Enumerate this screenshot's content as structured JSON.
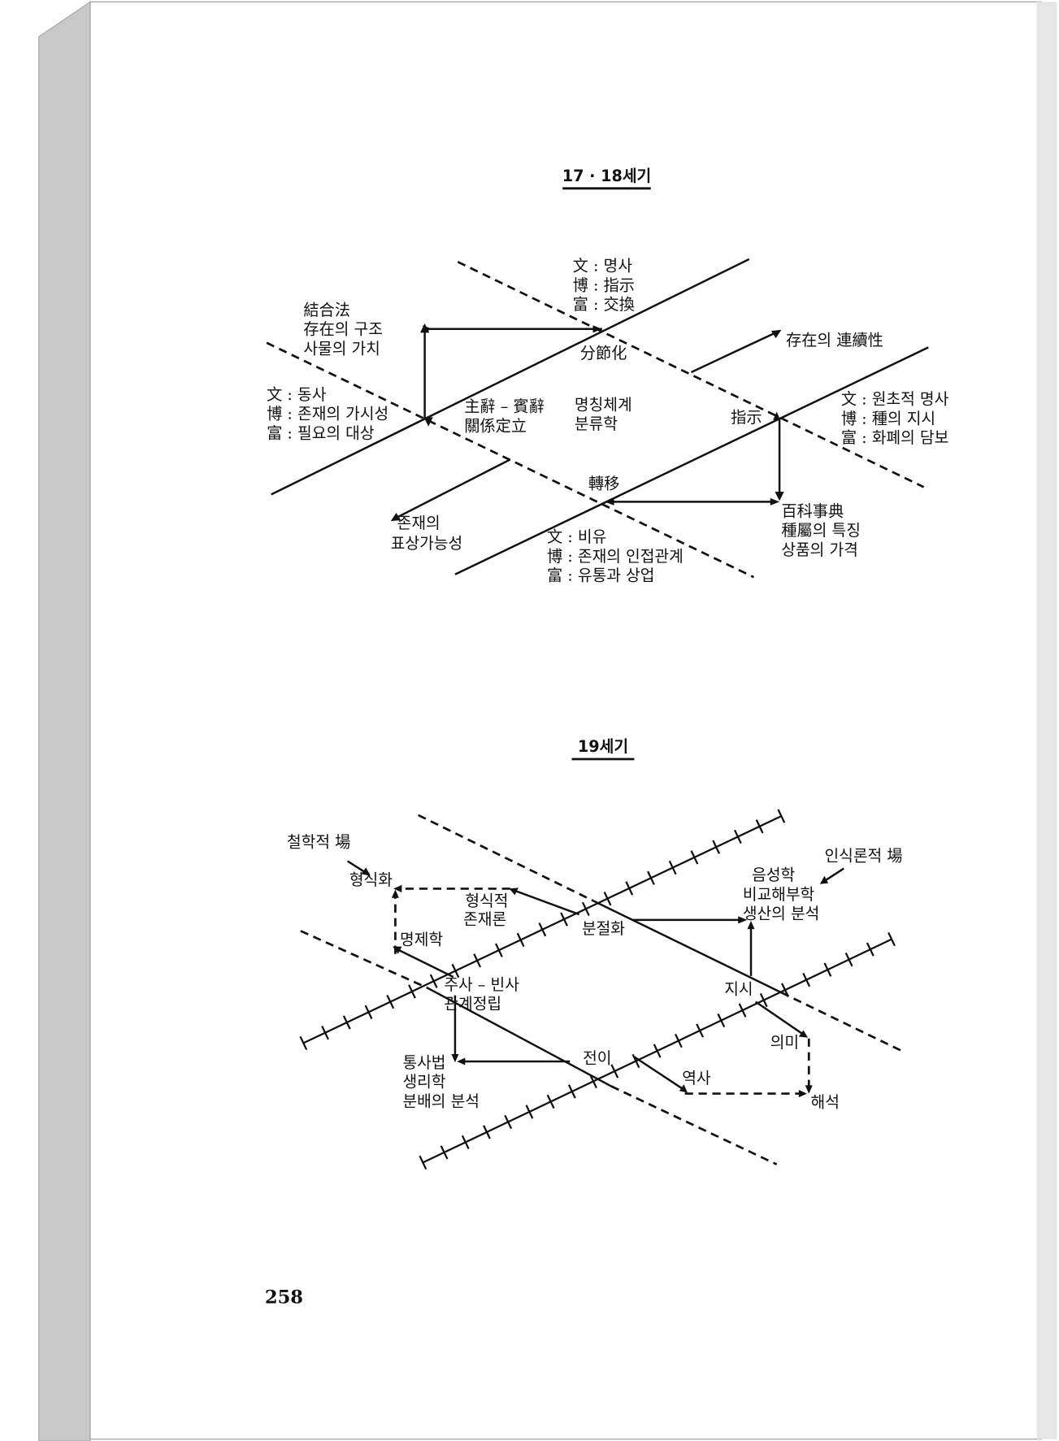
{
  "page_number": "258",
  "diagram_1718": {
    "title": "17 · 18세기",
    "top_group": [
      "文 : 명사",
      "博 : 指示",
      "富 : 交換"
    ],
    "left_top": [
      "結合法",
      "存在의 구조",
      "사물의 가치"
    ],
    "left_group": [
      "文 : 동사",
      "博 : 존재의 가시성",
      "富 : 필요의 대상"
    ],
    "center_left": [
      "主辭 – 賓辭",
      "關係定立"
    ],
    "center_right": [
      "명칭체계",
      "분류학"
    ],
    "articulation": "分節化",
    "continuity": "存在의 連續性",
    "designation": "指示",
    "right_group": [
      "文 : 원초적 명사",
      "博 : 種의 지시",
      "富 : 화폐의 담보"
    ],
    "derivation": "轉移",
    "representability": [
      "존재의",
      "표상가능성"
    ],
    "bottom_group": [
      "文 : 비유",
      "博 : 존재의 인접관계",
      "富 : 유통과 상업"
    ],
    "encyclopedia": [
      "百科事典",
      "種屬의 특징",
      "상품의 가격"
    ]
  },
  "diagram_19": {
    "title": "19세기",
    "philosophical_field": "철학적 場",
    "epistemological_field": "인식론적 場",
    "formalization": "형식화",
    "formal_ontology": [
      "형식적",
      "존재론"
    ],
    "apophantics": "명제학",
    "articulation": "분절화",
    "sciences_right": [
      "음성학",
      "비교해부학",
      "생산의 분석"
    ],
    "subject_predicate": [
      "주사 – 빈사",
      "관계정립"
    ],
    "designation": "지시",
    "meaning": "의미",
    "derivation": "전이",
    "history": "역사",
    "interpretation": "해석",
    "sciences_left": [
      "통사법",
      "생리학",
      "분배의 분석"
    ]
  }
}
